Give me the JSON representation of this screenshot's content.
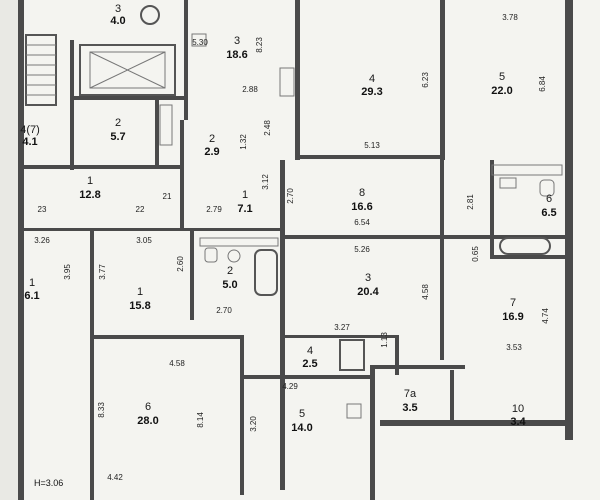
{
  "rooms": [
    {
      "id": "r3-top-left",
      "number": "3",
      "area": "4.0"
    },
    {
      "id": "r3-center",
      "number": "3",
      "area": "18.6"
    },
    {
      "id": "r4-top",
      "number": "4",
      "area": "29.3"
    },
    {
      "id": "r5-top-right",
      "number": "5",
      "area": "22.0"
    },
    {
      "id": "r2-left",
      "number": "2",
      "area": "5.7"
    },
    {
      "id": "r2-small",
      "number": "2",
      "area": "2.9"
    },
    {
      "id": "r7-left-edge",
      "number": "4(7)",
      "area": "4.1"
    },
    {
      "id": "r1-left",
      "number": "1",
      "area": "12.8"
    },
    {
      "id": "r1-hall",
      "number": "1",
      "area": "7.1"
    },
    {
      "id": "r8-center",
      "number": "8",
      "area": "16.6"
    },
    {
      "id": "r6-right",
      "number": "6",
      "area": "6.5"
    },
    {
      "id": "r3-mid",
      "number": "3",
      "area": "20.4"
    },
    {
      "id": "r7-right",
      "number": "7",
      "area": "16.9"
    },
    {
      "id": "r2-bath",
      "number": "2",
      "area": "5.0"
    },
    {
      "id": "r1-lower-left",
      "number": "1",
      "area": "15.8"
    },
    {
      "id": "r1-far-left",
      "number": "1",
      "area": "6.1"
    },
    {
      "id": "r4-small",
      "number": "4",
      "area": "2.5"
    },
    {
      "id": "r6-bottom-left",
      "number": "6",
      "area": "28.0"
    },
    {
      "id": "r5-bottom",
      "number": "5",
      "area": "14.0"
    },
    {
      "id": "r7a",
      "number": "7a",
      "area": "3.5"
    },
    {
      "id": "r10",
      "number": "10",
      "area": "3.4"
    }
  ],
  "dimensions": [
    "3.78",
    "5.30",
    "8.23",
    "6.23",
    "6.84",
    "2.88",
    "2.48",
    "1.32",
    "5.13",
    "3.12",
    "2.70",
    "2.79",
    "2.81",
    "6.54",
    "0.65",
    "3.26",
    "3.05",
    "2.60",
    "5.26",
    "3.95",
    "3.77",
    "4.58",
    "4.74",
    "2.70",
    "3.27",
    "1.13",
    "3.53",
    "4.58",
    "8.33",
    "8.14",
    "4.29",
    "3.20",
    "4.42",
    "23",
    "22",
    "21"
  ],
  "ceiling_note": "H=3.06"
}
